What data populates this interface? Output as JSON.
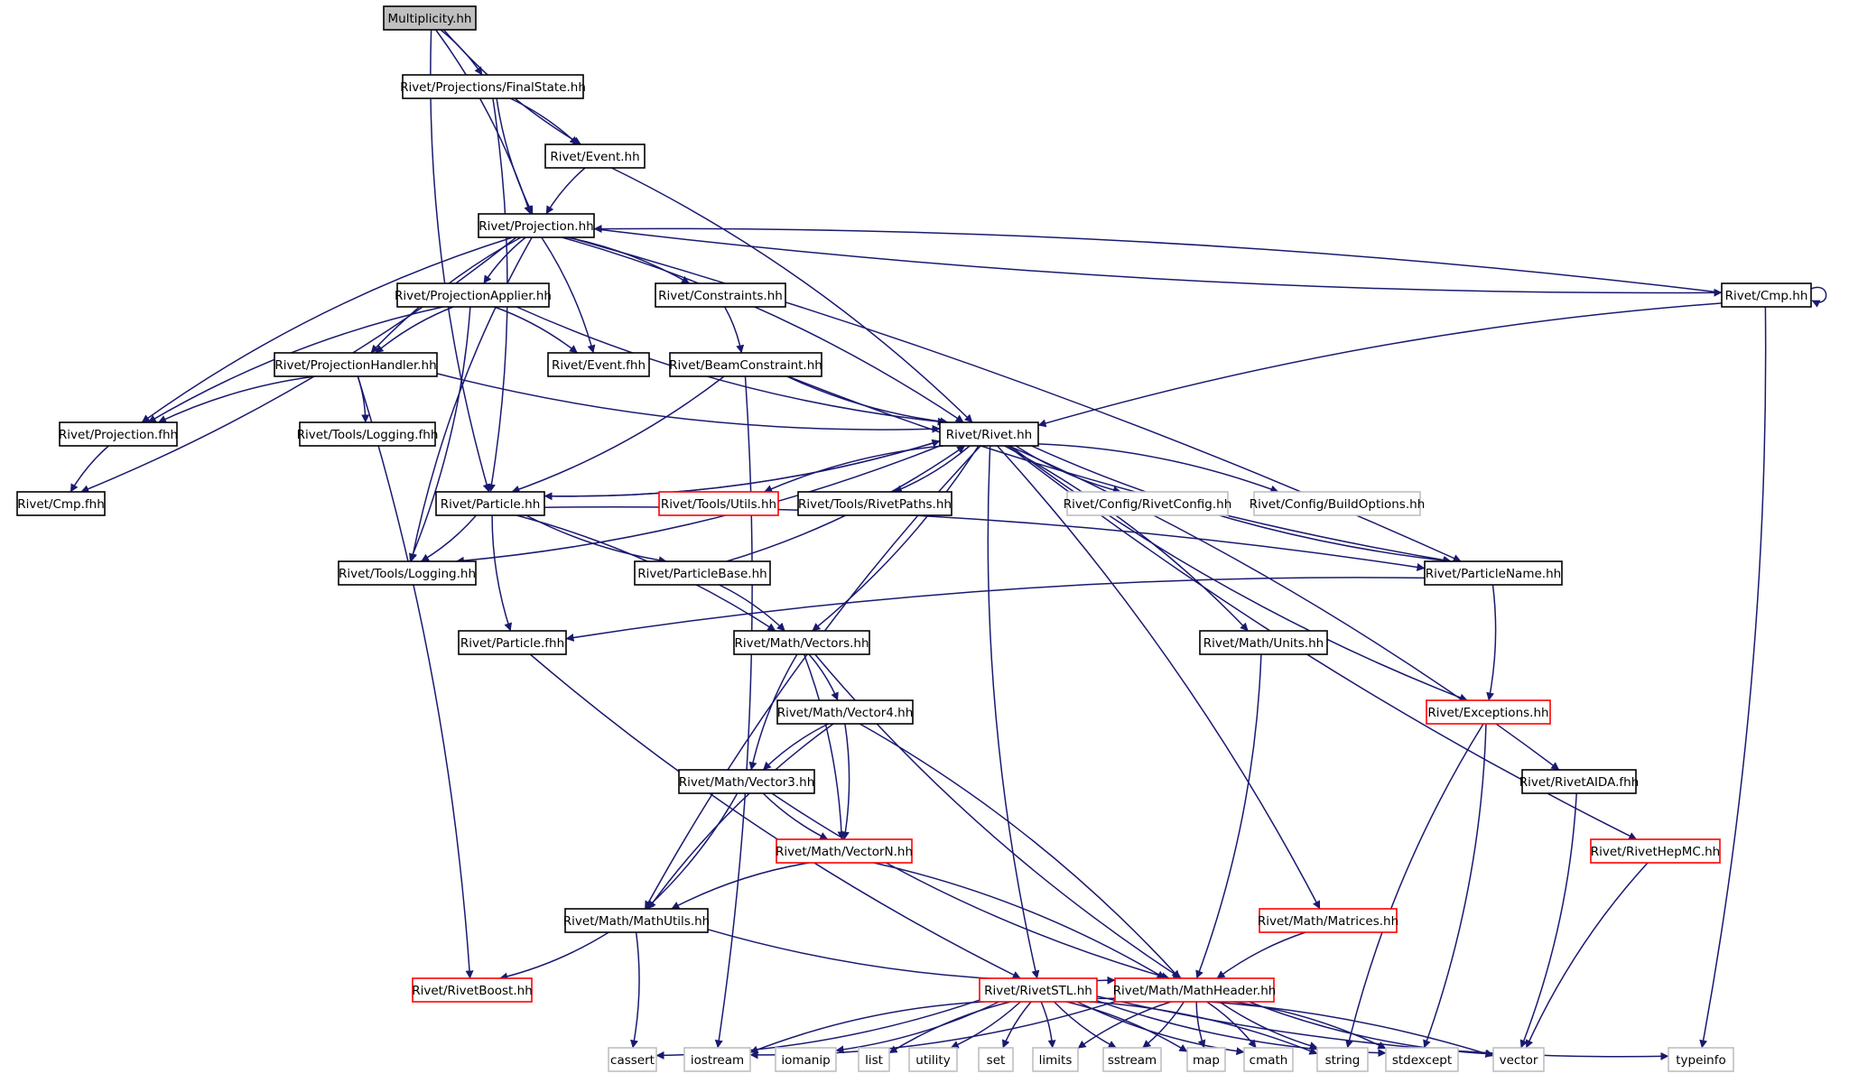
{
  "colors": {
    "edge": "#191970",
    "border_normal": "#000000",
    "border_truncated": "#ff0000",
    "border_external": "#bfbfbf",
    "fill_root": "#bfbfbf",
    "fill_default": "#ffffff"
  },
  "nodes": [
    {
      "id": "multiplicity",
      "label": "Multiplicity.hh",
      "kind": "root"
    },
    {
      "id": "finalstate",
      "label": "Rivet/Projections/FinalState.hh",
      "kind": "normal"
    },
    {
      "id": "event_hh",
      "label": "Rivet/Event.hh",
      "kind": "normal"
    },
    {
      "id": "projection_hh",
      "label": "Rivet/Projection.hh",
      "kind": "normal"
    },
    {
      "id": "cmp_hh",
      "label": "Rivet/Cmp.hh",
      "kind": "normal"
    },
    {
      "id": "projapplier",
      "label": "Rivet/ProjectionApplier.hh",
      "kind": "normal"
    },
    {
      "id": "constraints",
      "label": "Rivet/Constraints.hh",
      "kind": "normal"
    },
    {
      "id": "projhandler",
      "label": "Rivet/ProjectionHandler.hh",
      "kind": "normal"
    },
    {
      "id": "event_fhh",
      "label": "Rivet/Event.fhh",
      "kind": "normal"
    },
    {
      "id": "beamconstraint",
      "label": "Rivet/BeamConstraint.hh",
      "kind": "normal"
    },
    {
      "id": "projection_fhh",
      "label": "Rivet/Projection.fhh",
      "kind": "normal"
    },
    {
      "id": "logging_fhh",
      "label": "Rivet/Tools/Logging.fhh",
      "kind": "normal"
    },
    {
      "id": "rivet_hh",
      "label": "Rivet/Rivet.hh",
      "kind": "normal"
    },
    {
      "id": "cmp_fhh",
      "label": "Rivet/Cmp.fhh",
      "kind": "normal"
    },
    {
      "id": "particle_hh",
      "label": "Rivet/Particle.hh",
      "kind": "normal"
    },
    {
      "id": "utils",
      "label": "Rivet/Tools/Utils.hh",
      "kind": "truncated"
    },
    {
      "id": "rivetpaths",
      "label": "Rivet/Tools/RivetPaths.hh",
      "kind": "normal"
    },
    {
      "id": "rivetconfig",
      "label": "Rivet/Config/RivetConfig.hh",
      "kind": "external"
    },
    {
      "id": "buildoptions",
      "label": "Rivet/Config/BuildOptions.hh",
      "kind": "external"
    },
    {
      "id": "logging_hh",
      "label": "Rivet/Tools/Logging.hh",
      "kind": "normal"
    },
    {
      "id": "particlebase",
      "label": "Rivet/ParticleBase.hh",
      "kind": "normal"
    },
    {
      "id": "particlename",
      "label": "Rivet/ParticleName.hh",
      "kind": "normal"
    },
    {
      "id": "particle_fhh",
      "label": "Rivet/Particle.fhh",
      "kind": "normal"
    },
    {
      "id": "vectors",
      "label": "Rivet/Math/Vectors.hh",
      "kind": "normal"
    },
    {
      "id": "units",
      "label": "Rivet/Math/Units.hh",
      "kind": "normal"
    },
    {
      "id": "vector4",
      "label": "Rivet/Math/Vector4.hh",
      "kind": "normal"
    },
    {
      "id": "exceptions",
      "label": "Rivet/Exceptions.hh",
      "kind": "truncated"
    },
    {
      "id": "vector3",
      "label": "Rivet/Math/Vector3.hh",
      "kind": "normal"
    },
    {
      "id": "rivetaida",
      "label": "Rivet/RivetAIDA.fhh",
      "kind": "normal"
    },
    {
      "id": "vectorn",
      "label": "Rivet/Math/VectorN.hh",
      "kind": "truncated"
    },
    {
      "id": "rivethepmc",
      "label": "Rivet/RivetHepMC.hh",
      "kind": "truncated"
    },
    {
      "id": "mathutils",
      "label": "Rivet/Math/MathUtils.hh",
      "kind": "normal"
    },
    {
      "id": "matrices",
      "label": "Rivet/Math/Matrices.hh",
      "kind": "truncated"
    },
    {
      "id": "rivetboost",
      "label": "Rivet/RivetBoost.hh",
      "kind": "truncated"
    },
    {
      "id": "rivetstl",
      "label": "Rivet/RivetSTL.hh",
      "kind": "truncated"
    },
    {
      "id": "mathheader",
      "label": "Rivet/Math/MathHeader.hh",
      "kind": "truncated"
    },
    {
      "id": "cassert",
      "label": "cassert",
      "kind": "external"
    },
    {
      "id": "iostream",
      "label": "iostream",
      "kind": "external"
    },
    {
      "id": "iomanip",
      "label": "iomanip",
      "kind": "external"
    },
    {
      "id": "list",
      "label": "list",
      "kind": "external"
    },
    {
      "id": "utility",
      "label": "utility",
      "kind": "external"
    },
    {
      "id": "set",
      "label": "set",
      "kind": "external"
    },
    {
      "id": "limits",
      "label": "limits",
      "kind": "external"
    },
    {
      "id": "sstream",
      "label": "sstream",
      "kind": "external"
    },
    {
      "id": "map",
      "label": "map",
      "kind": "external"
    },
    {
      "id": "cmath",
      "label": "cmath",
      "kind": "external"
    },
    {
      "id": "string",
      "label": "string",
      "kind": "external"
    },
    {
      "id": "stdexcept",
      "label": "stdexcept",
      "kind": "external"
    },
    {
      "id": "vector",
      "label": "vector",
      "kind": "external"
    },
    {
      "id": "typeinfo",
      "label": "typeinfo",
      "kind": "external"
    }
  ],
  "edges": [
    [
      "multiplicity",
      "finalstate"
    ],
    [
      "multiplicity",
      "event_hh"
    ],
    [
      "multiplicity",
      "projection_hh"
    ],
    [
      "multiplicity",
      "particle_hh"
    ],
    [
      "finalstate",
      "event_hh"
    ],
    [
      "finalstate",
      "projection_hh"
    ],
    [
      "finalstate",
      "particle_hh"
    ],
    [
      "event_hh",
      "projection_hh"
    ],
    [
      "event_hh",
      "rivet_hh"
    ],
    [
      "projection_hh",
      "projapplier"
    ],
    [
      "projection_hh",
      "constraints"
    ],
    [
      "projection_hh",
      "projhandler"
    ],
    [
      "projection_hh",
      "event_fhh"
    ],
    [
      "projection_hh",
      "projection_fhh"
    ],
    [
      "projection_hh",
      "cmp_fhh"
    ],
    [
      "projection_hh",
      "logging_hh"
    ],
    [
      "projection_hh",
      "rivet_hh"
    ],
    [
      "projection_hh",
      "cmp_hh"
    ],
    [
      "projection_hh",
      "particlename"
    ],
    [
      "cmp_hh",
      "projection_hh"
    ],
    [
      "cmp_hh",
      "cmp_hh"
    ],
    [
      "cmp_hh",
      "rivet_hh"
    ],
    [
      "cmp_hh",
      "typeinfo"
    ],
    [
      "projapplier",
      "projhandler"
    ],
    [
      "projapplier",
      "event_fhh"
    ],
    [
      "projapplier",
      "projection_fhh"
    ],
    [
      "projapplier",
      "logging_hh"
    ],
    [
      "projapplier",
      "rivet_hh"
    ],
    [
      "constraints",
      "beamconstraint"
    ],
    [
      "projhandler",
      "projection_fhh"
    ],
    [
      "projhandler",
      "logging_fhh"
    ],
    [
      "projhandler",
      "rivet_hh"
    ],
    [
      "projhandler",
      "rivetboost"
    ],
    [
      "beamconstraint",
      "rivet_hh"
    ],
    [
      "beamconstraint",
      "particle_hh"
    ],
    [
      "beamconstraint",
      "particlename"
    ],
    [
      "beamconstraint",
      "iostream"
    ],
    [
      "projection_fhh",
      "cmp_fhh"
    ],
    [
      "rivet_hh",
      "particle_hh"
    ],
    [
      "rivet_hh",
      "utils"
    ],
    [
      "rivet_hh",
      "rivetpaths"
    ],
    [
      "rivet_hh",
      "rivetconfig"
    ],
    [
      "rivet_hh",
      "buildoptions"
    ],
    [
      "rivet_hh",
      "particlename"
    ],
    [
      "rivet_hh",
      "vectors"
    ],
    [
      "rivet_hh",
      "mathutils"
    ],
    [
      "rivet_hh",
      "units"
    ],
    [
      "rivet_hh",
      "exceptions"
    ],
    [
      "rivet_hh",
      "rivetaida"
    ],
    [
      "rivet_hh",
      "rivethepmc"
    ],
    [
      "rivet_hh",
      "matrices"
    ],
    [
      "rivet_hh",
      "rivetstl"
    ],
    [
      "rivet_hh",
      "logging_hh"
    ],
    [
      "particle_hh",
      "rivet_hh"
    ],
    [
      "particle_hh",
      "logging_hh"
    ],
    [
      "particle_hh",
      "particlebase"
    ],
    [
      "particle_hh",
      "particlename"
    ],
    [
      "particle_hh",
      "particle_fhh"
    ],
    [
      "particle_hh",
      "vectors"
    ],
    [
      "particlebase",
      "rivet_hh"
    ],
    [
      "particlebase",
      "vectors"
    ],
    [
      "particlename",
      "particle_fhh"
    ],
    [
      "particlename",
      "exceptions"
    ],
    [
      "particle_fhh",
      "rivetstl"
    ],
    [
      "vectors",
      "vector4"
    ],
    [
      "vectors",
      "vector3"
    ],
    [
      "vectors",
      "vectorn"
    ],
    [
      "vectors",
      "mathheader"
    ],
    [
      "units",
      "mathheader"
    ],
    [
      "vector4",
      "vector3"
    ],
    [
      "vector4",
      "vectorn"
    ],
    [
      "vector4",
      "mathutils"
    ],
    [
      "vector4",
      "mathheader"
    ],
    [
      "exceptions",
      "string"
    ],
    [
      "exceptions",
      "stdexcept"
    ],
    [
      "vector3",
      "vectorn"
    ],
    [
      "vector3",
      "mathutils"
    ],
    [
      "vector3",
      "mathheader"
    ],
    [
      "rivetaida",
      "vector"
    ],
    [
      "vectorn",
      "mathutils"
    ],
    [
      "vectorn",
      "mathheader"
    ],
    [
      "rivethepmc",
      "vector"
    ],
    [
      "mathutils",
      "rivetboost"
    ],
    [
      "mathutils",
      "mathheader"
    ],
    [
      "mathutils",
      "cassert"
    ],
    [
      "matrices",
      "mathheader"
    ],
    [
      "rivetstl",
      "cassert"
    ],
    [
      "rivetstl",
      "iostream"
    ],
    [
      "rivetstl",
      "iomanip"
    ],
    [
      "rivetstl",
      "list"
    ],
    [
      "rivetstl",
      "utility"
    ],
    [
      "rivetstl",
      "set"
    ],
    [
      "rivetstl",
      "limits"
    ],
    [
      "rivetstl",
      "sstream"
    ],
    [
      "rivetstl",
      "map"
    ],
    [
      "rivetstl",
      "cmath"
    ],
    [
      "rivetstl",
      "string"
    ],
    [
      "rivetstl",
      "stdexcept"
    ],
    [
      "rivetstl",
      "vector"
    ],
    [
      "rivetstl",
      "typeinfo"
    ],
    [
      "mathheader",
      "iostream"
    ],
    [
      "mathheader",
      "limits"
    ],
    [
      "mathheader",
      "sstream"
    ],
    [
      "mathheader",
      "map"
    ],
    [
      "mathheader",
      "cmath"
    ],
    [
      "mathheader",
      "string"
    ],
    [
      "mathheader",
      "stdexcept"
    ],
    [
      "mathheader",
      "vector"
    ]
  ]
}
